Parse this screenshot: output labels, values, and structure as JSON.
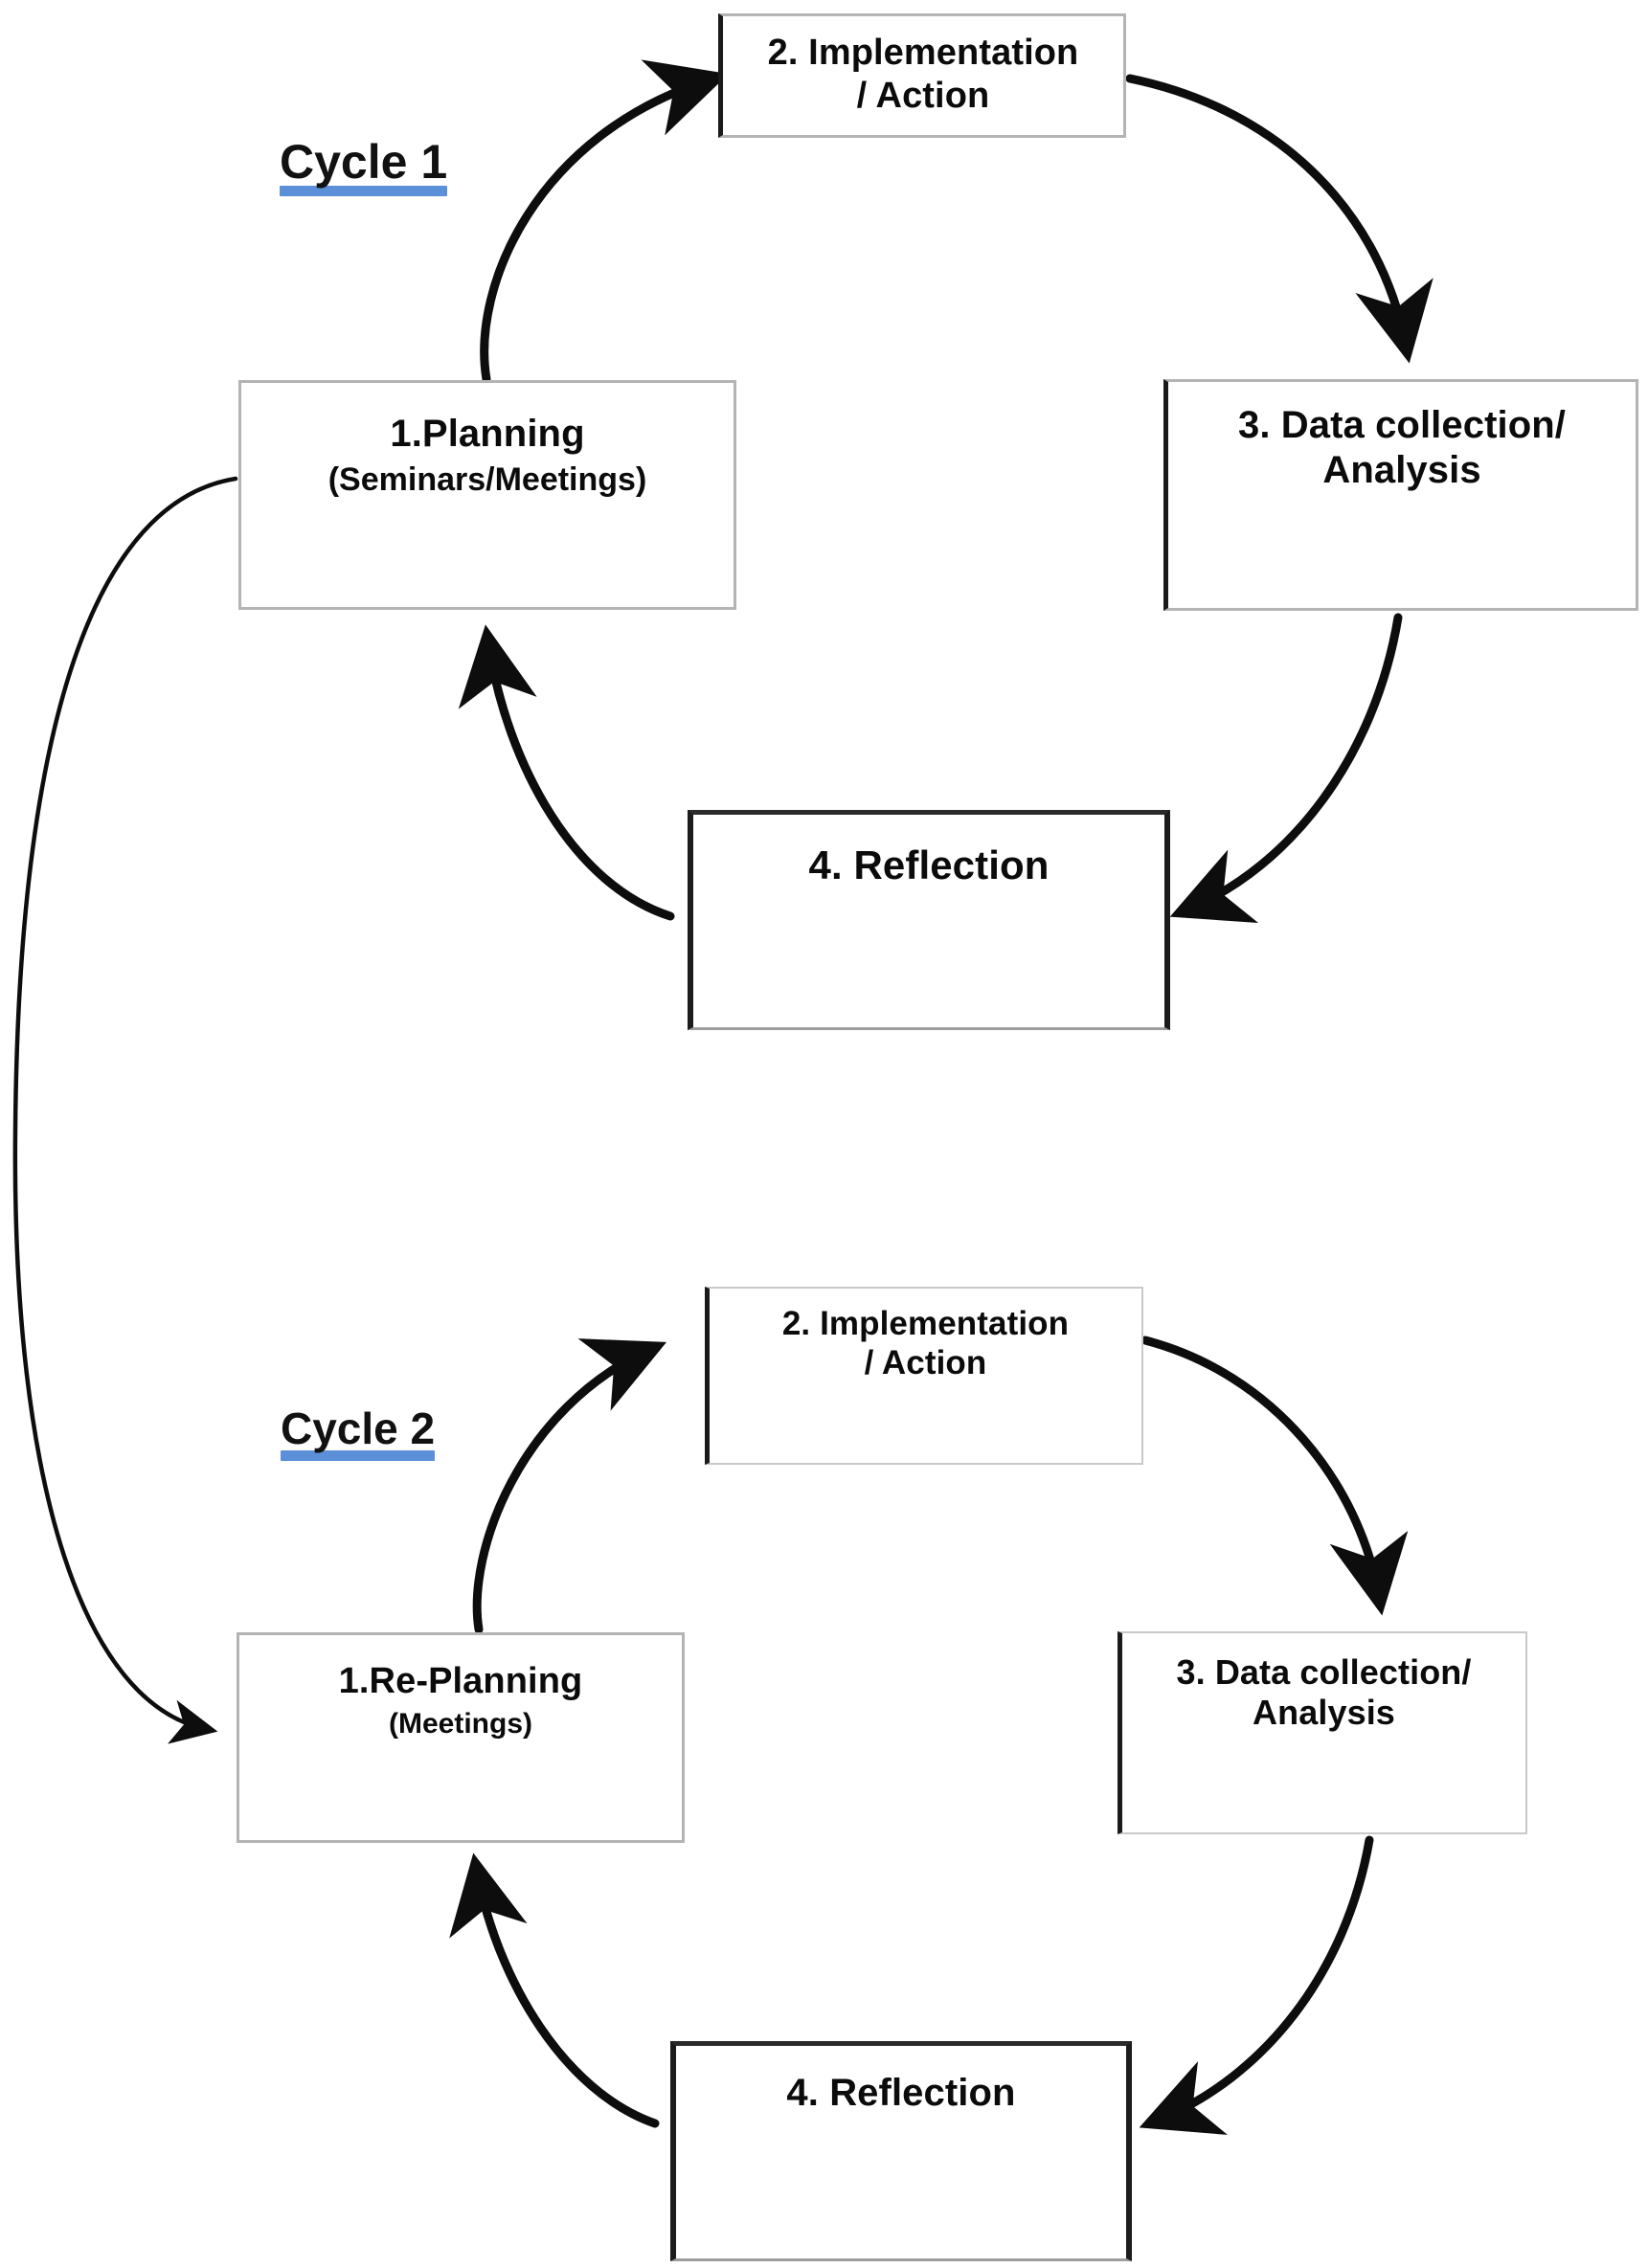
{
  "diagram": {
    "title": "Action research cycles diagram",
    "accent_underline_color": "#5b8fd8",
    "text_color": "#0b0b0b",
    "background": "#ffffff"
  },
  "cycles": [
    {
      "label": "Cycle  1",
      "nodes": [
        {
          "id": "c1-planning",
          "title": "1.Planning",
          "subtitle": "(Seminars/Meetings)"
        },
        {
          "id": "c1-implementation",
          "title": "2. Implementation\n/ Action",
          "subtitle": ""
        },
        {
          "id": "c1-data",
          "title": "3. Data collection/\nAnalysis",
          "subtitle": ""
        },
        {
          "id": "c1-reflection",
          "title": "4. Reflection",
          "subtitle": ""
        }
      ]
    },
    {
      "label": "Cycle  2",
      "nodes": [
        {
          "id": "c2-planning",
          "title": "1.Re-Planning",
          "subtitle": "(Meetings)"
        },
        {
          "id": "c2-implementation",
          "title": "2. Implementation\n/ Action",
          "subtitle": ""
        },
        {
          "id": "c2-data",
          "title": "3. Data collection/\nAnalysis",
          "subtitle": ""
        },
        {
          "id": "c2-reflection",
          "title": "4. Reflection",
          "subtitle": ""
        }
      ]
    }
  ],
  "connectors": [
    {
      "name": "c1-planning-to-implementation",
      "from": "1.Planning",
      "to": "2. Implementation / Action"
    },
    {
      "name": "c1-implementation-to-data",
      "from": "2. Implementation / Action",
      "to": "3. Data collection/ Analysis"
    },
    {
      "name": "c1-data-to-reflection",
      "from": "3. Data collection/ Analysis",
      "to": "4. Reflection"
    },
    {
      "name": "c1-reflection-to-planning",
      "from": "4. Reflection",
      "to": "1.Planning"
    },
    {
      "name": "cycle1-to-cycle2",
      "from": "1.Planning",
      "to": "1.Re-Planning"
    },
    {
      "name": "c2-planning-to-implementation",
      "from": "1.Re-Planning",
      "to": "2. Implementation / Action"
    },
    {
      "name": "c2-implementation-to-data",
      "from": "2. Implementation / Action",
      "to": "3. Data collection/ Analysis"
    },
    {
      "name": "c2-data-to-reflection",
      "from": "3. Data collection/ Analysis",
      "to": "4. Reflection"
    },
    {
      "name": "c2-reflection-to-planning",
      "from": "4. Reflection",
      "to": "1.Re-Planning"
    }
  ]
}
